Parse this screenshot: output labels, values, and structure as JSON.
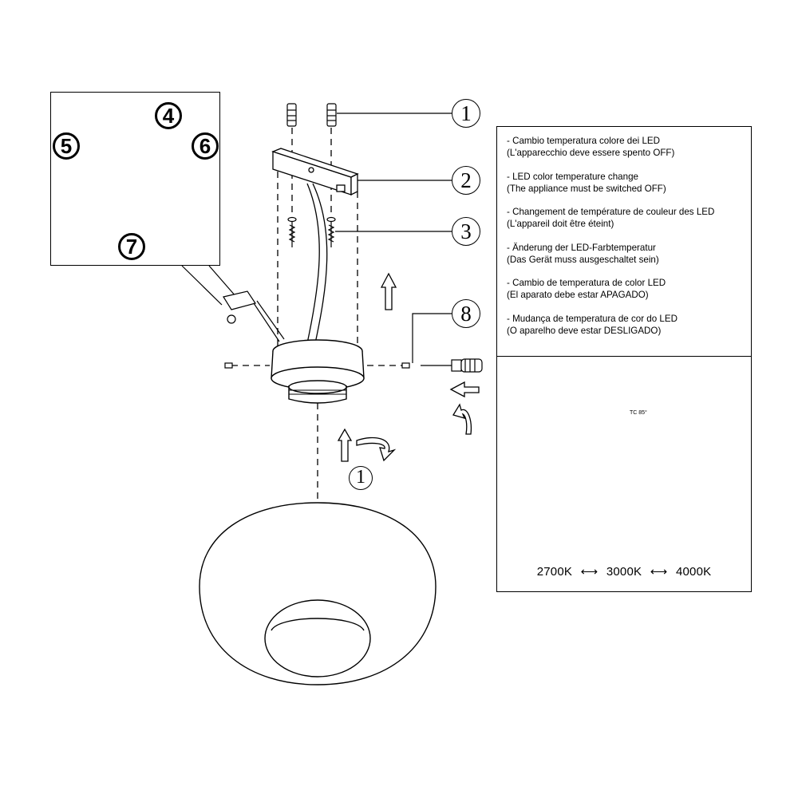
{
  "callouts": {
    "c1": "1",
    "c2": "2",
    "c3": "3",
    "c8": "8",
    "c4": "4",
    "c5": "5",
    "c6": "6",
    "c7": "7",
    "c1_lower": "1"
  },
  "notices": [
    {
      "title": "- Cambio temperatura colore dei LED",
      "sub": "(L'apparecchio deve essere spento OFF)"
    },
    {
      "title": "- LED color temperature change",
      "sub": "(The appliance must be switched OFF)"
    },
    {
      "title": "- Changement de température de couleur des LED",
      "sub": "(L'appareil doit être éteint)"
    },
    {
      "title": "- Änderung der LED-Farbtemperatur",
      "sub": "(Das Gerät muss ausgeschaltet sein)"
    },
    {
      "title": "- Cambio de temperatura de color LED",
      "sub": "(El aparato debe estar APAGADO)"
    },
    {
      "title": "- Mudança de temperatura de cor do LED",
      "sub": "(O aparelho deve estar DESLIGADO)"
    }
  ],
  "led_board": {
    "tc_label": "TC 85°",
    "temps": [
      "2700K",
      "3000K",
      "4000K"
    ],
    "separator": "⟷"
  }
}
